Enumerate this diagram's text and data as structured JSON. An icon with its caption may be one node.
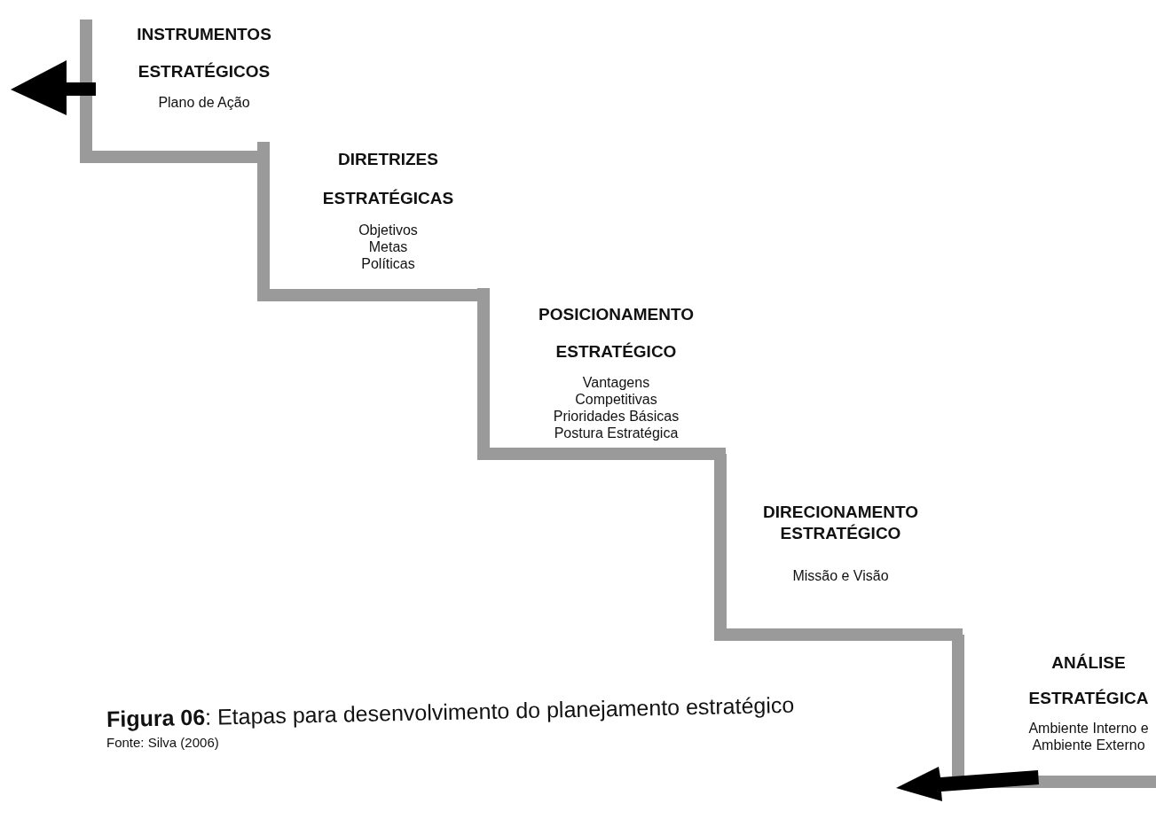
{
  "diagram": {
    "caption": "**Figura 06**: Etapas para desenvolvimento do planejamento estratégico",
    "nodes": [
      {
        "text": [
          "INSTRUMENTOS ESTRATÉGICOS",
          "Plano de Ação"
        ]
      },
      {
        "text": [
          "DIRETRIZES ESTRATÉGICAS",
          "Objetivos",
          "Metas",
          "Políticas"
        ]
      },
      {
        "text": [
          "POSICIONAMENTO ESTRATÉGICO",
          "Vantagens",
          "Competitivas",
          "Prioridades Básicas",
          "Postura Estratégica"
        ]
      },
      {
        "text": [
          "DIRECIONAMENTO ESTRATÉGICO",
          "Missão e Visão"
        ]
      },
      {
        "text": [
          "ANÁLISE ESTRATÉGICA",
          "Ambiente Interno e Ambiente Externo"
        ]
      }
    ],
    "labels": [
      "Fonte: Silva (2006)"
    ]
  }
}
